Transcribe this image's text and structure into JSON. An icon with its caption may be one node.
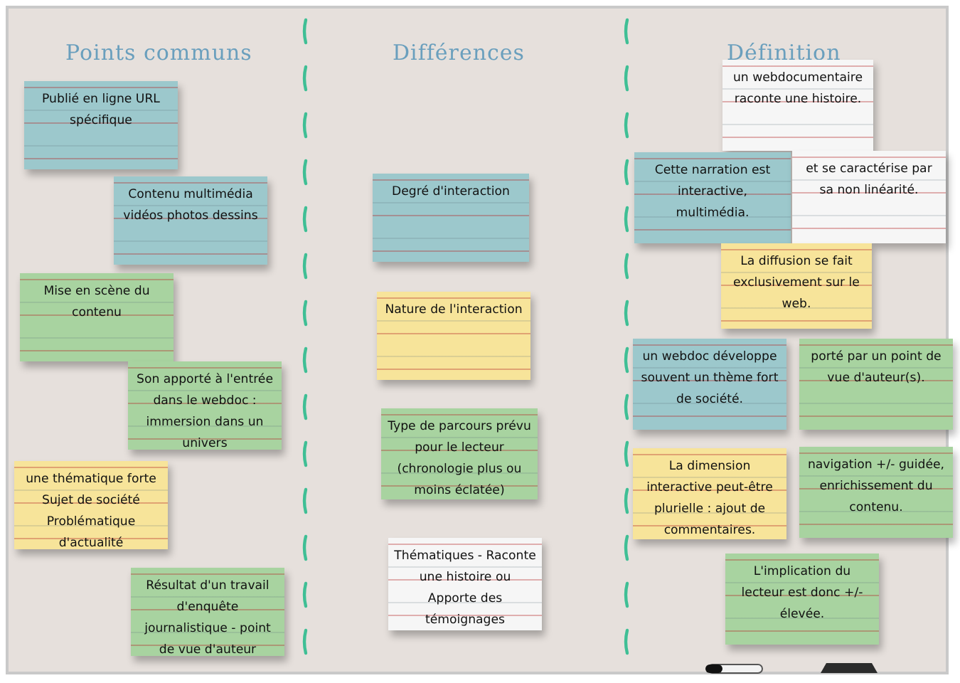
{
  "diagram": {
    "nodes": [
      {
        "text": [
          "Publié en ligne URL spécifique"
        ]
      },
      {
        "text": [
          "Contenu multimédia vidéos photos dessins"
        ]
      },
      {
        "text": [
          "Mise en scène du contenu"
        ]
      },
      {
        "text": [
          "Son apporté à l'entrée dans le webdoc : immersion dans un univers"
        ]
      },
      {
        "text": [
          "une thématique forte Sujet de société Problématique d'actualité"
        ]
      },
      {
        "text": [
          "Résultat d'un travail d'enquête journalistique - point de vue d'auteur"
        ]
      },
      {
        "text": [
          "Degré d'interaction"
        ]
      },
      {
        "text": [
          "Nature de l'interaction"
        ]
      },
      {
        "text": [
          "Type de parcours prévu pour le lecteur (chronologie plus ou moins éclatée)"
        ]
      },
      {
        "text": [
          "Thématiques - Raconte une histoire ou Apporte des témoignages"
        ]
      },
      {
        "text": [
          "un webdocumentaire raconte une histoire."
        ]
      },
      {
        "text": [
          "Cette narration est interactive, multimédia."
        ]
      },
      {
        "text": [
          "et se caractérise par sa non linéarité."
        ]
      },
      {
        "text": [
          "La diffusion se fait exclusivement sur le web."
        ]
      },
      {
        "text": [
          "un webdoc développe souvent un thème fort de société."
        ]
      },
      {
        "text": [
          "porté par un point de vue d'auteur(s)."
        ]
      },
      {
        "text": [
          "La dimension interactive peut-être plurielle : ajout de commentaires."
        ]
      },
      {
        "text": [
          "navigation +/- guidée, enrichissement du contenu."
        ]
      },
      {
        "text": [
          "L'implication du lecteur est donc +/- élevée."
        ]
      }
    ],
    "labels": [
      "Points communs",
      "Différences",
      "Définition"
    ]
  }
}
